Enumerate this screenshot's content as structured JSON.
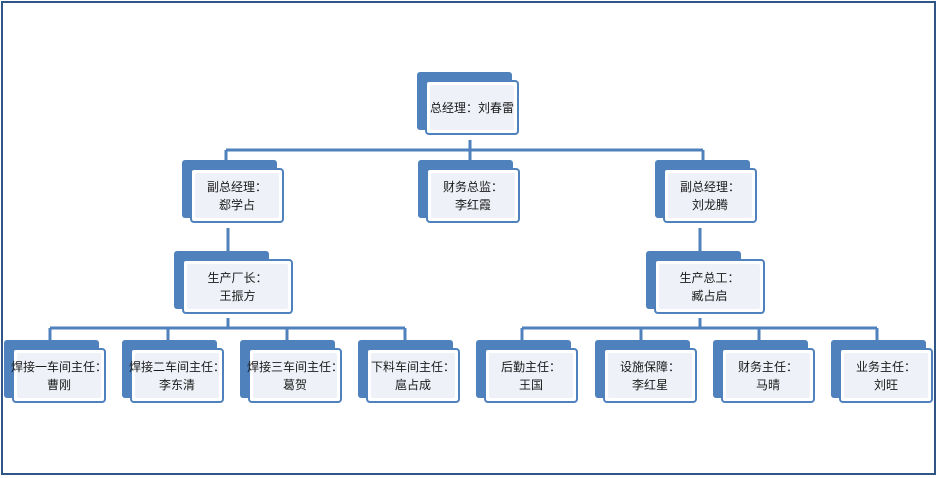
{
  "nodes": {
    "ceo": {
      "line1": "总经理：刘春雷"
    },
    "vp1": {
      "line1": "副总经理：",
      "line2": "郄学占"
    },
    "cfo": {
      "line1": "财务总监：",
      "line2": "李红霞"
    },
    "vp2": {
      "line1": "副总经理：",
      "line2": "刘龙腾"
    },
    "plant": {
      "line1": "生产厂长：",
      "line2": "王振方"
    },
    "chiefeng": {
      "line1": "生产总工：",
      "line2": "臧占启"
    },
    "w1": {
      "line1": "焊接一车间主任：",
      "line2": "曹刚"
    },
    "w2": {
      "line1": "焊接二车间主任：",
      "line2": "李东清"
    },
    "w3": {
      "line1": "焊接三车间主任：",
      "line2": "葛贺"
    },
    "w4": {
      "line1": "下料车间主任：",
      "line2": "扈占成"
    },
    "l1": {
      "line1": "后勤主任：",
      "line2": "王国"
    },
    "l2": {
      "line1": "设施保障：",
      "line2": "李红星"
    },
    "l3": {
      "line1": "财务主任：",
      "line2": "马晴"
    },
    "l4": {
      "line1": "业务主任：",
      "line2": "刘旺"
    }
  },
  "colors": {
    "frame": "#2f5686",
    "box": "#4f81bd",
    "line": "#4f81bd"
  }
}
